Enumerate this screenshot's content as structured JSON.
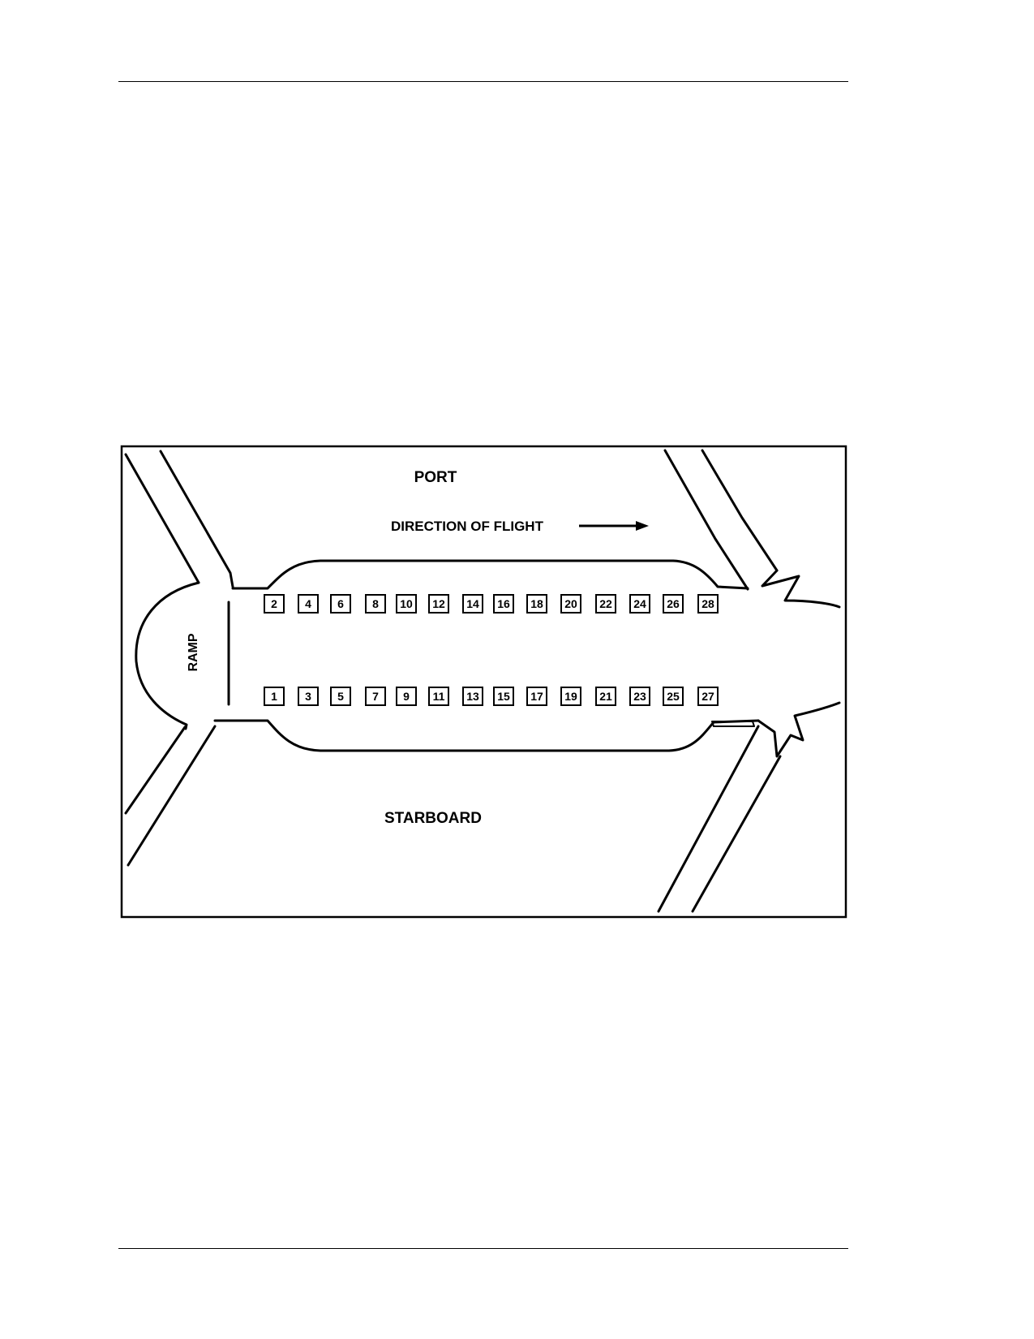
{
  "labels": {
    "port": "PORT",
    "starboard": "STARBOARD",
    "direction": "DIRECTION OF FLIGHT",
    "ramp": "RAMP"
  },
  "icons": {
    "direction_arrow": "arrow-right-icon"
  },
  "seats": {
    "port_row": [
      "2",
      "4",
      "6",
      "8",
      "10",
      "12",
      "14",
      "16",
      "18",
      "20",
      "22",
      "24",
      "26",
      "28"
    ],
    "starboard_row": [
      "1",
      "3",
      "5",
      "7",
      "9",
      "11",
      "13",
      "15",
      "17",
      "19",
      "21",
      "23",
      "25",
      "27"
    ]
  },
  "colors": {
    "ink": "#000000",
    "paper": "#ffffff"
  }
}
